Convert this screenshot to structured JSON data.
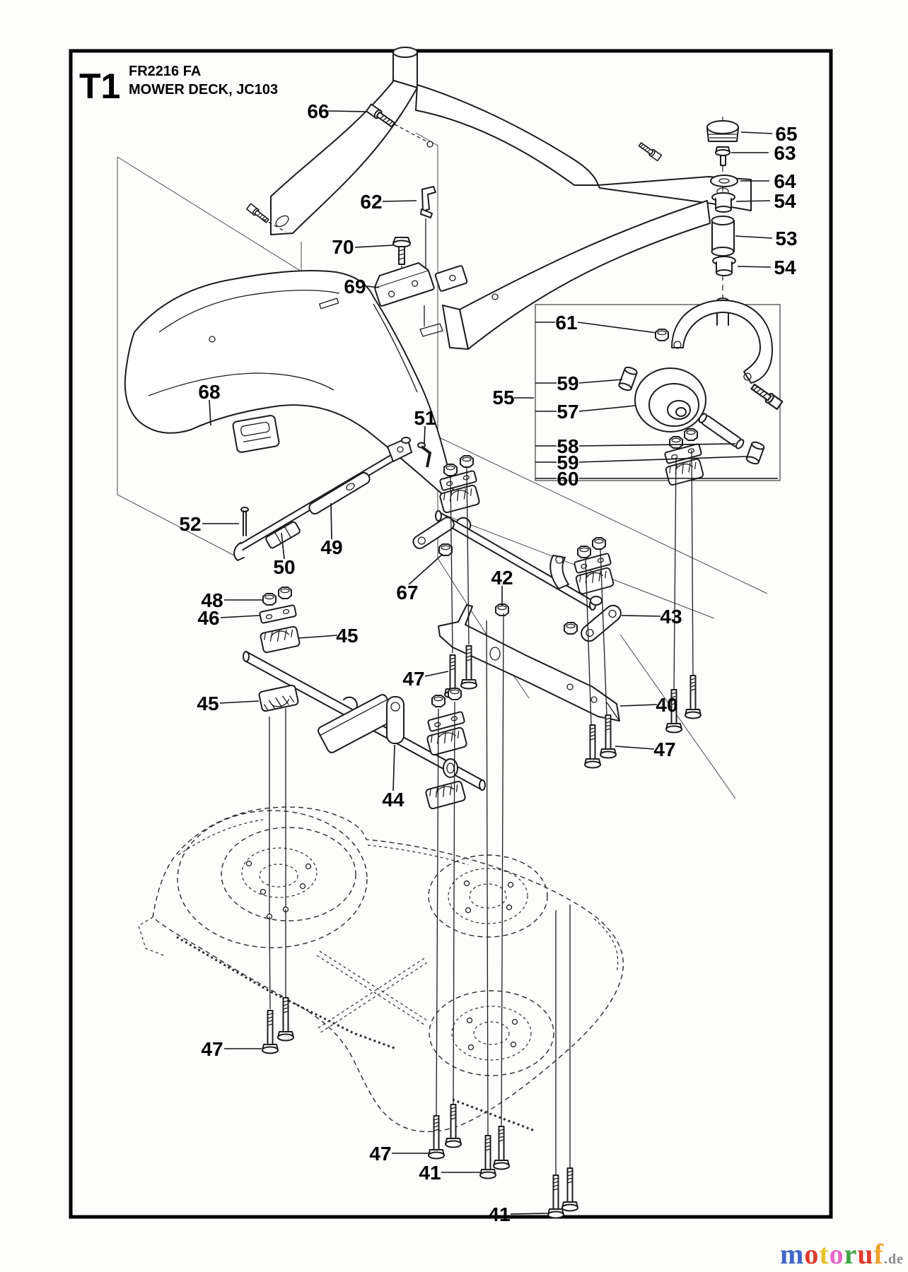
{
  "page": {
    "doc_code": "T1",
    "model": "FR2216 FA",
    "subtitle": "MOWER DECK, JC103"
  },
  "callouts": [
    {
      "label": "66"
    },
    {
      "label": "65"
    },
    {
      "label": "63"
    },
    {
      "label": "64"
    },
    {
      "label": "54"
    },
    {
      "label": "53"
    },
    {
      "label": "54"
    },
    {
      "label": "62"
    },
    {
      "label": "70"
    },
    {
      "label": "69"
    },
    {
      "label": "68"
    },
    {
      "label": "51"
    },
    {
      "label": "55"
    },
    {
      "label": "61"
    },
    {
      "label": "59"
    },
    {
      "label": "57"
    },
    {
      "label": "58"
    },
    {
      "label": "59"
    },
    {
      "label": "60"
    },
    {
      "label": "52"
    },
    {
      "label": "49"
    },
    {
      "label": "50"
    },
    {
      "label": "67"
    },
    {
      "label": "48"
    },
    {
      "label": "46"
    },
    {
      "label": "45"
    },
    {
      "label": "42"
    },
    {
      "label": "43"
    },
    {
      "label": "45"
    },
    {
      "label": "40"
    },
    {
      "label": "47"
    },
    {
      "label": "47"
    },
    {
      "label": "44"
    },
    {
      "label": "47"
    },
    {
      "label": "47"
    },
    {
      "label": "41"
    },
    {
      "label": "41"
    }
  ],
  "watermark": {
    "letters": [
      {
        "ch": "m",
        "color": "#4065c8"
      },
      {
        "ch": "o",
        "color": "#e03a2e"
      },
      {
        "ch": "t",
        "color": "#e8c02a"
      },
      {
        "ch": "o",
        "color": "#e566c4"
      },
      {
        "ch": "r",
        "color": "#3fa648"
      },
      {
        "ch": "u",
        "color": "#e03a2e"
      },
      {
        "ch": "f",
        "color": "#f2a12b"
      }
    ],
    "tld": ".de"
  }
}
